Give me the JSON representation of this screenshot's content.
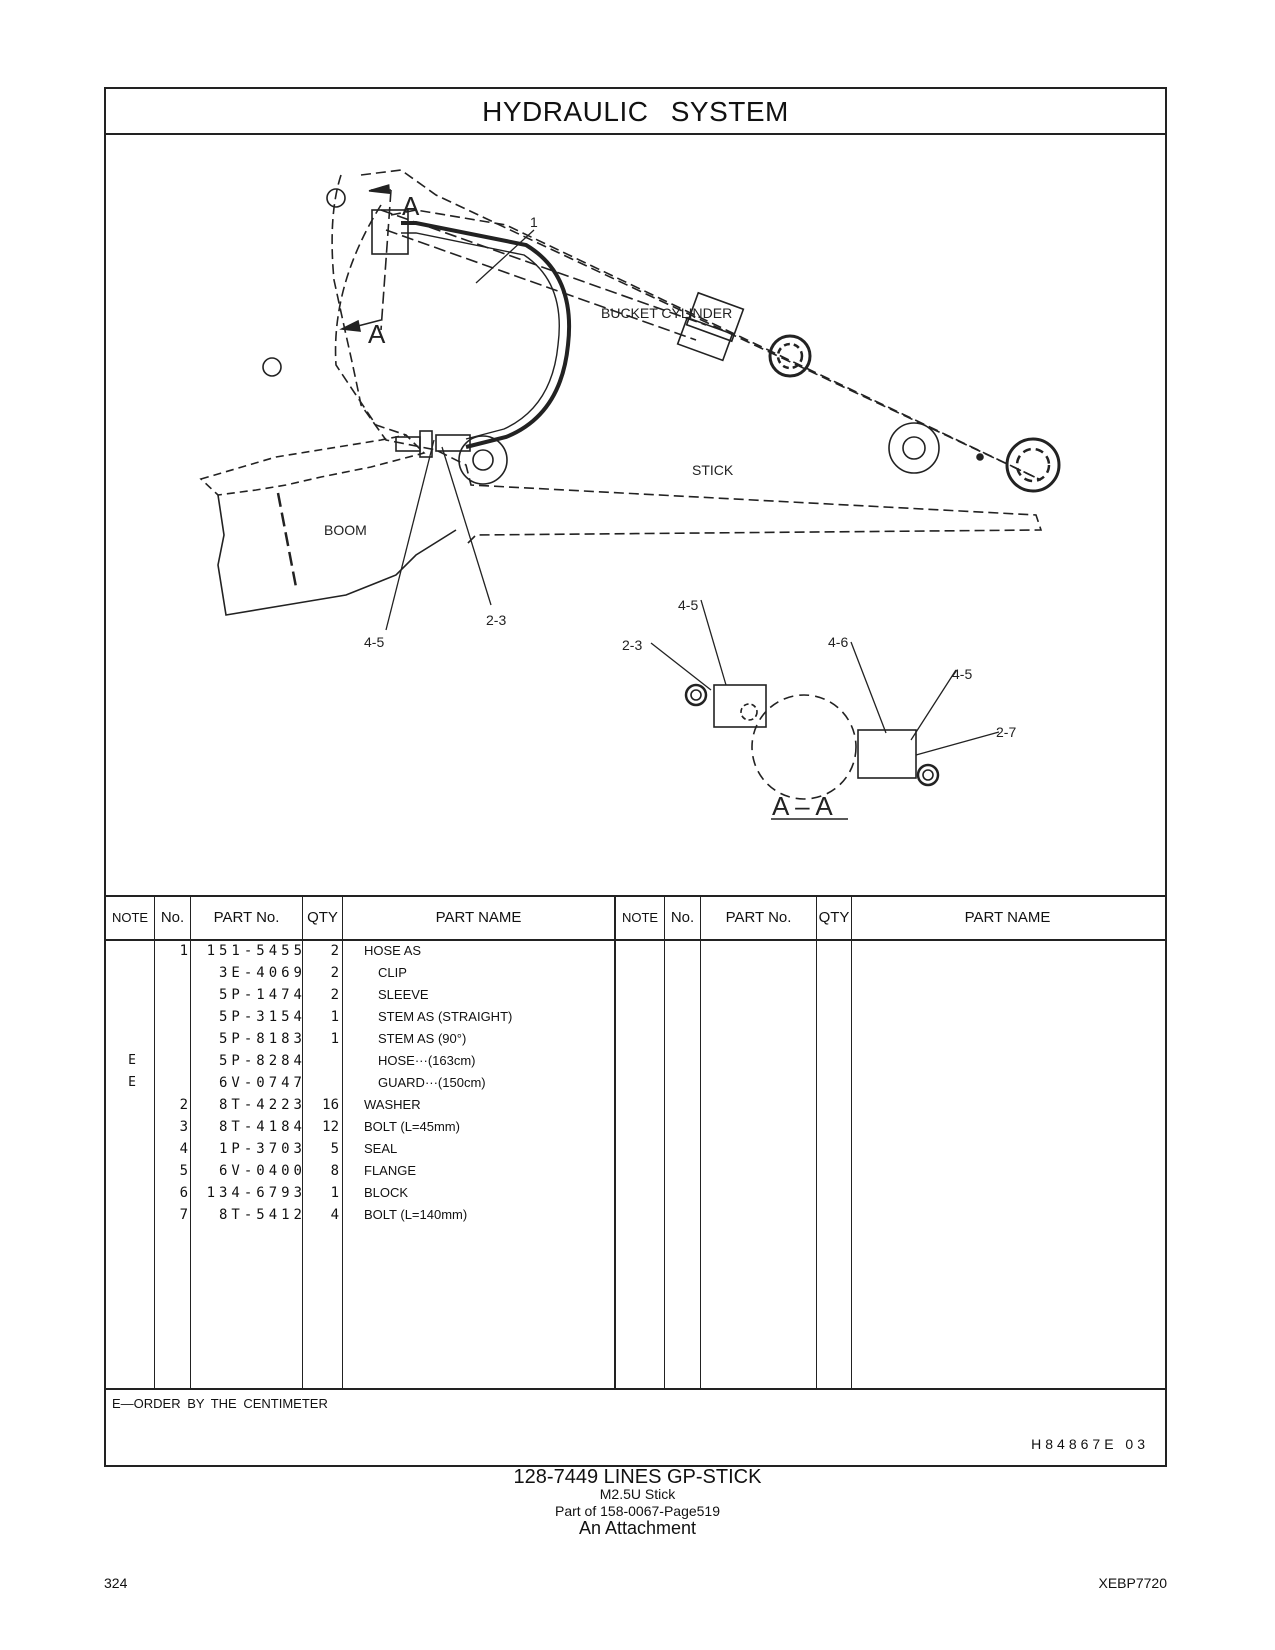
{
  "header": {
    "title": "HYDRAULIC SYSTEM"
  },
  "drawing": {
    "labels": {
      "section_a_top": "A",
      "section_a_bottom": "A",
      "callout_1": "1",
      "bucket_cylinder": "BUCKET CYLINDER",
      "stick": "STICK",
      "boom": "BOOM",
      "callout_4_5_main": "4-5",
      "callout_2_3_main": "2-3",
      "callout_4_5_detail_top": "4-5",
      "callout_2_3_detail": "2-3",
      "callout_4_6": "4-6",
      "callout_4_5_detail_right": "4-5",
      "callout_2_7": "2-7",
      "section_view": "A – A"
    }
  },
  "table": {
    "headers": {
      "note": "NOTE",
      "no": "No.",
      "part_no": "PART No.",
      "qty": "QTY",
      "part_name": "PART NAME",
      "note2": "NOTE",
      "no2": "No.",
      "part_no2": "PART No.",
      "qty2": "QTY",
      "part_name2": "PART NAME"
    },
    "rows": [
      {
        "note": "",
        "no": "1",
        "part": "151-5455",
        "qty": "2",
        "name": "HOSE AS"
      },
      {
        "note": "",
        "no": "",
        "part": "3E-4069",
        "qty": "2",
        "name": "CLIP"
      },
      {
        "note": "",
        "no": "",
        "part": "5P-1474",
        "qty": "2",
        "name": "SLEEVE"
      },
      {
        "note": "",
        "no": "",
        "part": "5P-3154",
        "qty": "1",
        "name": "STEM AS (STRAIGHT)"
      },
      {
        "note": "",
        "no": "",
        "part": "5P-8183",
        "qty": "1",
        "name": "STEM AS (90°)"
      },
      {
        "note": "E",
        "no": "",
        "part": "5P-8284",
        "qty": "",
        "name": "HOSE···(163cm)"
      },
      {
        "note": "E",
        "no": "",
        "part": "6V-0747",
        "qty": "",
        "name": "GUARD···(150cm)"
      },
      {
        "note": "",
        "no": "2",
        "part": "8T-4223",
        "qty": "16",
        "name": "WASHER"
      },
      {
        "note": "",
        "no": "3",
        "part": "8T-4184",
        "qty": "12",
        "name": "BOLT (L=45mm)"
      },
      {
        "note": "",
        "no": "4",
        "part": "1P-3703",
        "qty": "5",
        "name": "SEAL"
      },
      {
        "note": "",
        "no": "5",
        "part": "6V-0400",
        "qty": "8",
        "name": "FLANGE"
      },
      {
        "note": "",
        "no": "6",
        "part": "134-6793",
        "qty": "1",
        "name": "BLOCK"
      },
      {
        "note": "",
        "no": "7",
        "part": "8T-5412",
        "qty": "4",
        "name": "BOLT (L=140mm)"
      }
    ]
  },
  "footer": {
    "note": "E—ORDER BY THE CENTIMETER",
    "ref": "H84867E 03"
  },
  "caption": {
    "line1": "128-7449 LINES GP-STICK",
    "line2": "M2.5U Stick",
    "line3": "Part of 158-0067-Page519",
    "line4": "An Attachment"
  },
  "page": {
    "number": "324",
    "doc_code": "XEBP7720"
  }
}
